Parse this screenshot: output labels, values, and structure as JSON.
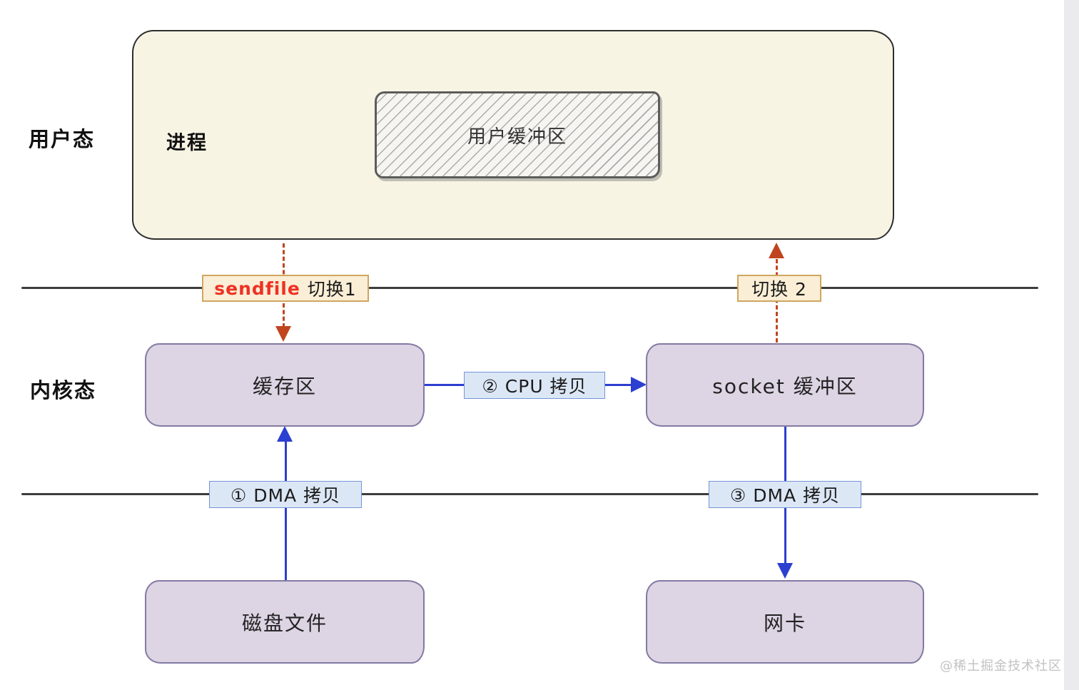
{
  "diagram": {
    "watermark": "@稀土掘金技术社区",
    "lanes": {
      "user_mode": "用户态",
      "kernel_mode": "内核态"
    },
    "nodes": {
      "process": "进程",
      "user_buffer": "用户缓冲区",
      "kernel_buffer": "缓存区",
      "socket_buffer": "socket 缓冲区",
      "disk_file": "磁盘文件",
      "nic": "网卡"
    },
    "edges": {
      "switch1_keyword": "sendfile",
      "switch1_text": "切换1",
      "switch2_text": "切换 2",
      "cpu_copy": "② CPU 拷贝",
      "dma_copy1": "① DMA 拷贝",
      "dma_copy3": "③ DMA 拷贝"
    },
    "colors": {
      "process_fill": "#f8f4e4",
      "buffer_fill": "#ddd4e4",
      "buffer_border": "#837aa2",
      "copy_label_fill": "#dce7f6",
      "copy_label_border": "#7495d8",
      "switch_label_fill": "#faeed6",
      "switch_label_border": "#cfa75f",
      "arrow_blue": "#2b3fd0",
      "arrow_red": "#c0451f",
      "sendfile_red": "#ee3124"
    }
  }
}
